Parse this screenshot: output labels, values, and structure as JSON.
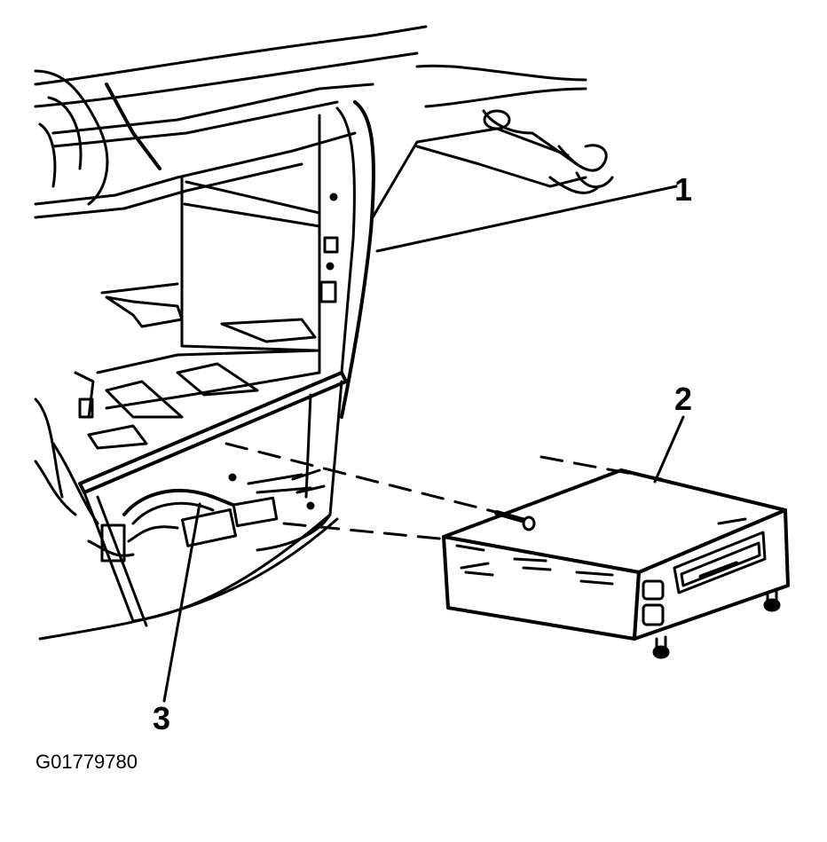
{
  "figure": {
    "id": "G01779780",
    "callouts": [
      "1",
      "2",
      "3"
    ]
  },
  "colors": {
    "ink": "#000000",
    "paper": "#ffffff"
  }
}
